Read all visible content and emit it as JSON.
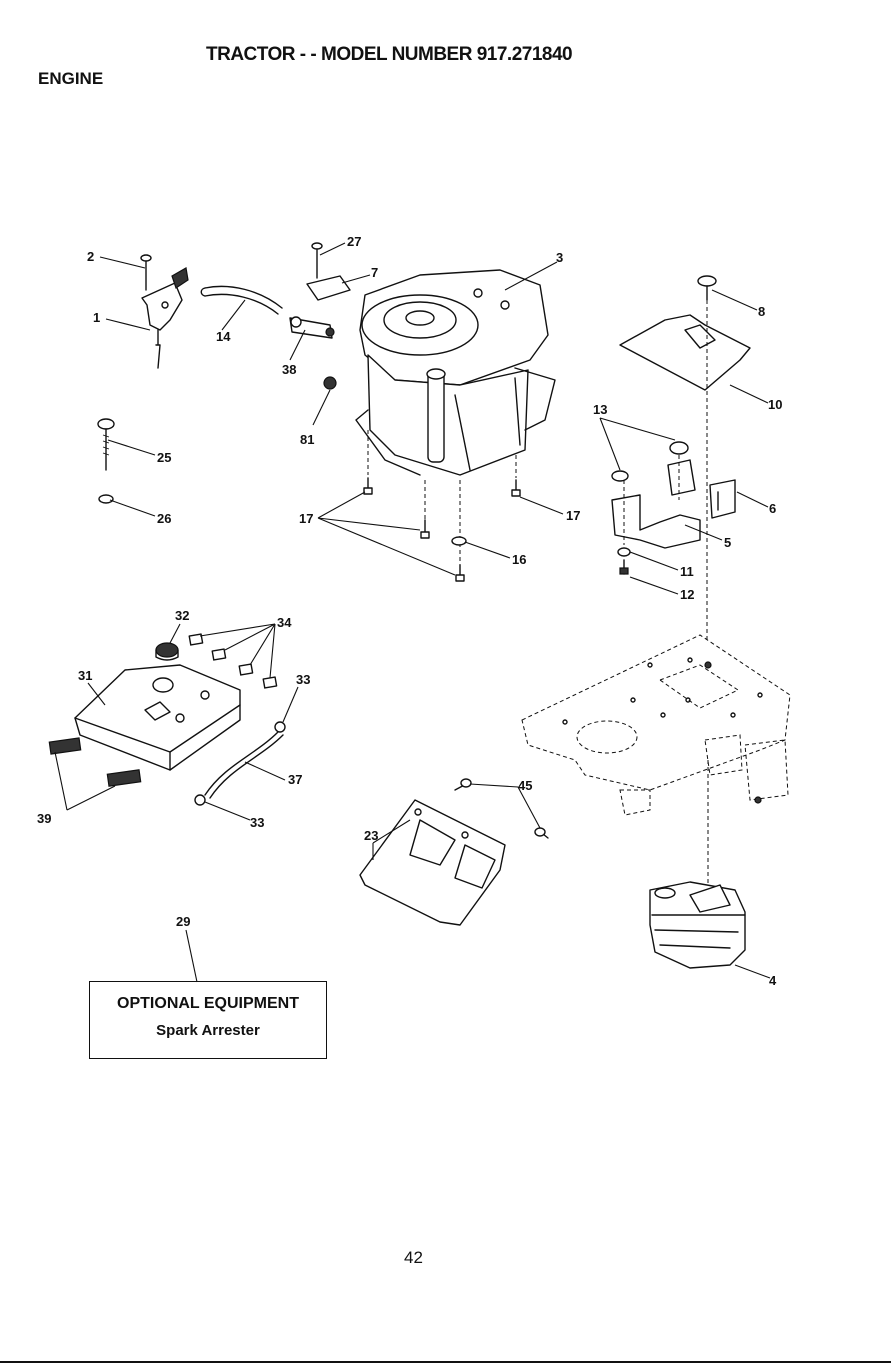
{
  "header": {
    "title": "TRACTOR - - MODEL NUMBER 917.271840",
    "section": "ENGINE"
  },
  "callouts": {
    "c1": "1",
    "c2": "2",
    "c3": "3",
    "c4": "4",
    "c5": "5",
    "c6": "6",
    "c7": "7",
    "c8": "8",
    "c10": "10",
    "c11": "11",
    "c12": "12",
    "c13": "13",
    "c14": "14",
    "c16": "16",
    "c17a": "17",
    "c17b": "17",
    "c23": "23",
    "c25": "25",
    "c26": "26",
    "c27": "27",
    "c29": "29",
    "c31": "31",
    "c32": "32",
    "c33a": "33",
    "c33b": "33",
    "c34": "34",
    "c37": "37",
    "c38": "38",
    "c39": "39",
    "c45": "45",
    "c81": "81"
  },
  "optional_box": {
    "title": "OPTIONAL EQUIPMENT",
    "subtitle": "Spark Arrester"
  },
  "footer": {
    "page_number": "42"
  }
}
